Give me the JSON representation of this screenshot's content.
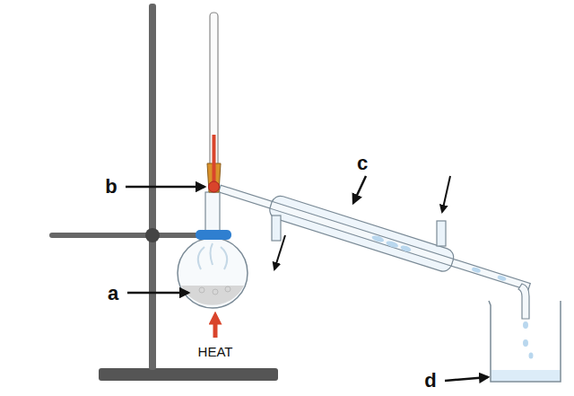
{
  "diagram": {
    "labels": [
      "b",
      "c",
      "a",
      "HEAT",
      "d"
    ]
  }
}
